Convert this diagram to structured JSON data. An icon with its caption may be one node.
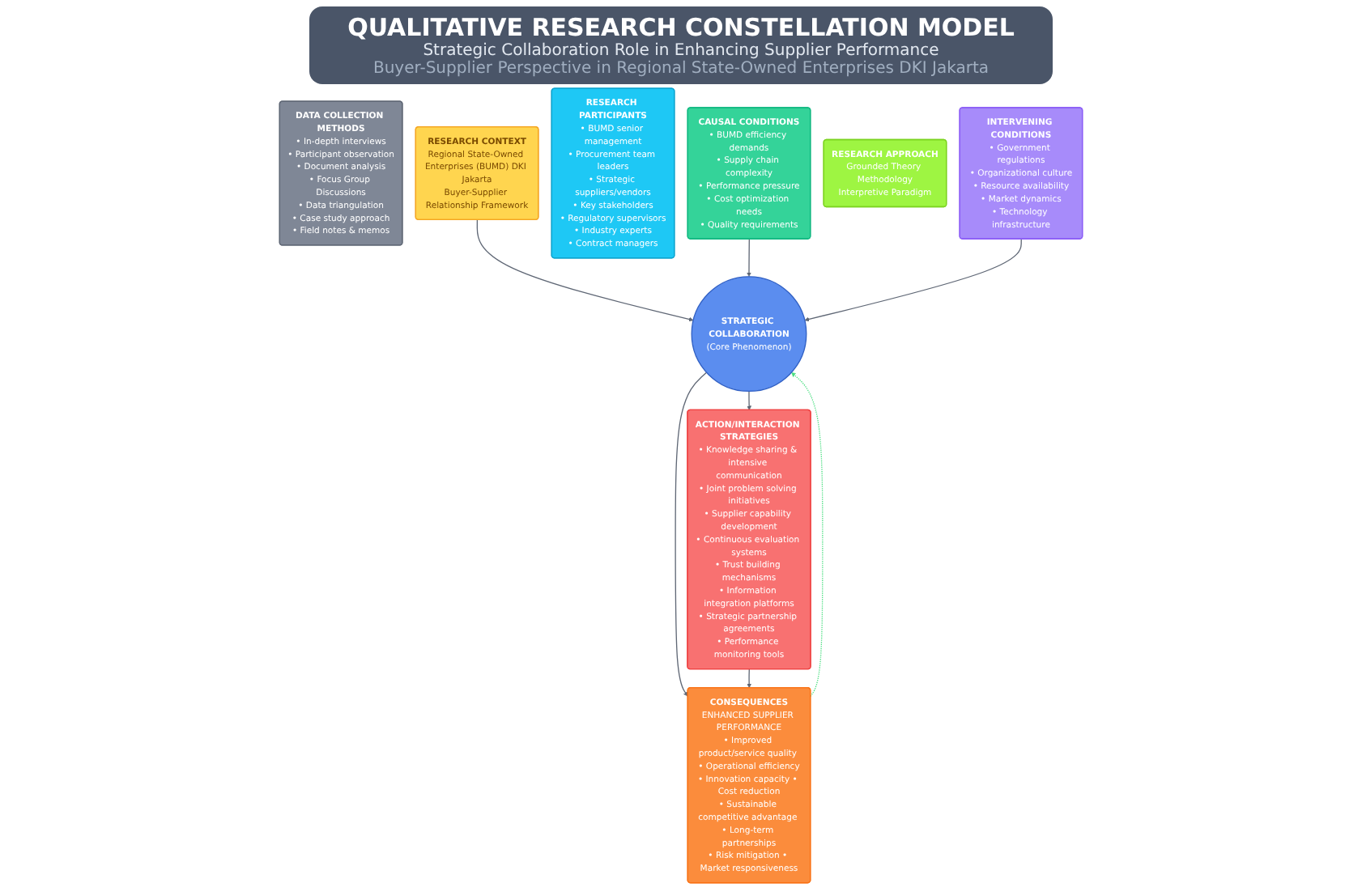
{
  "diagram": {
    "title": "QUALITATIVE RESEARCH CONSTELLATION MODEL",
    "labels": [
      "Strategic Collaboration Role in Enhancing Supplier Performance",
      "Buyer-Supplier Perspective in Regional State-Owned Enterprises DKI Jakarta"
    ],
    "nodes": [
      {
        "text": [
          "DATA COLLECTION METHODS",
          "• In-depth interviews",
          "• Participant observation",
          "• Document analysis",
          "• Focus Group Discussions",
          "• Data triangulation",
          "• Case study approach",
          "• Field notes & memos"
        ]
      },
      {
        "text": [
          "RESEARCH CONTEXT",
          "Regional State-Owned Enterprises (BUMD) DKI Jakarta",
          "Buyer-Supplier Relationship Framework"
        ]
      },
      {
        "text": [
          "RESEARCH PARTICIPANTS",
          "• BUMD senior management",
          "• Procurement team leaders",
          "• Strategic suppliers/vendors",
          "• Key stakeholders",
          "• Regulatory supervisors",
          "• Industry experts",
          "• Contract managers"
        ]
      },
      {
        "text": [
          "CAUSAL CONDITIONS",
          "• BUMD efficiency demands",
          "• Supply chain complexity",
          "• Performance pressure",
          "• Cost optimization needs",
          "• Quality requirements"
        ]
      },
      {
        "text": [
          "RESEARCH APPROACH",
          "Grounded Theory Methodology",
          "Interpretive Paradigm"
        ]
      },
      {
        "text": [
          "STRATEGIC COLLABORATION",
          "(Core Phenomenon)"
        ]
      },
      {
        "text": [
          "ACTION/INTERACTION STRATEGIES",
          "• Knowledge sharing & intensive communication",
          "• Joint problem solving initiatives",
          "• Supplier capability development",
          "• Continuous evaluation systems",
          "• Trust building mechanisms",
          "• Information integration platforms",
          "• Strategic partnership agreements",
          "• Performance monitoring tools"
        ]
      },
      {
        "text": [
          "INTERVENING CONDITIONS",
          "• Government regulations",
          "• Organizational culture",
          "• Resource availability",
          "• Market dynamics",
          "• Technology infrastructure"
        ]
      },
      {
        "text": [
          "CONSEQUENCES",
          "ENHANCED SUPPLIER PERFORMANCE",
          "• Improved product/service quality • Operational efficiency",
          "• Innovation capacity • Cost reduction",
          "• Sustainable competitive advantage • Long-term partnerships",
          "• Risk mitigation • Market responsiveness"
        ]
      }
    ],
    "edges": [
      {
        "from": 1,
        "to": 5,
        "arrow": "to"
      },
      {
        "from": 3,
        "to": 5,
        "arrow": "to"
      },
      {
        "from": 7,
        "to": 5,
        "arrow": "to"
      },
      {
        "from": 5,
        "to": 6,
        "arrow": "to"
      },
      {
        "from": 5,
        "to": 8,
        "arrow": "to"
      },
      {
        "from": 6,
        "to": 8,
        "arrow": "to"
      },
      {
        "from": 8,
        "to": 5,
        "arrow": "to",
        "style": "dashed",
        "color": "#4ade80"
      }
    ]
  }
}
